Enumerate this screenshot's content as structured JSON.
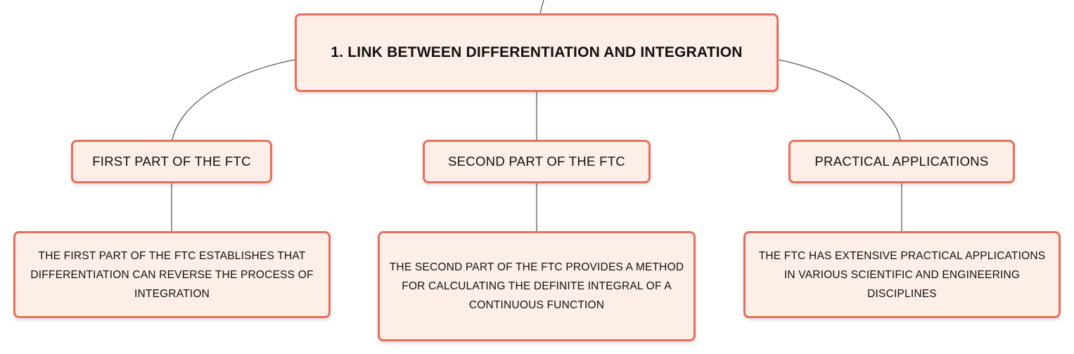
{
  "root": {
    "label": "1. LINK BETWEEN DIFFERENTIATION AND INTEGRATION"
  },
  "branches": [
    {
      "label": "FIRST PART OF THE FTC",
      "detail": "THE FIRST PART OF THE FTC ESTABLISHES THAT DIFFERENTIATION CAN REVERSE THE PROCESS OF INTEGRATION"
    },
    {
      "label": "SECOND PART OF THE FTC",
      "detail": "THE SECOND PART OF THE FTC PROVIDES A METHOD FOR CALCULATING THE DEFINITE INTEGRAL OF A CONTINUOUS FUNCTION"
    },
    {
      "label": "PRACTICAL APPLICATIONS",
      "detail": "THE FTC HAS EXTENSIVE PRACTICAL APPLICATIONS IN VARIOUS SCIENTIFIC AND ENGINEERING DISCIPLINES"
    }
  ],
  "colors": {
    "node_fill": "#fdeee8",
    "node_border": "#e8705a",
    "connector": "#5a5a5a",
    "text": "#111111"
  }
}
